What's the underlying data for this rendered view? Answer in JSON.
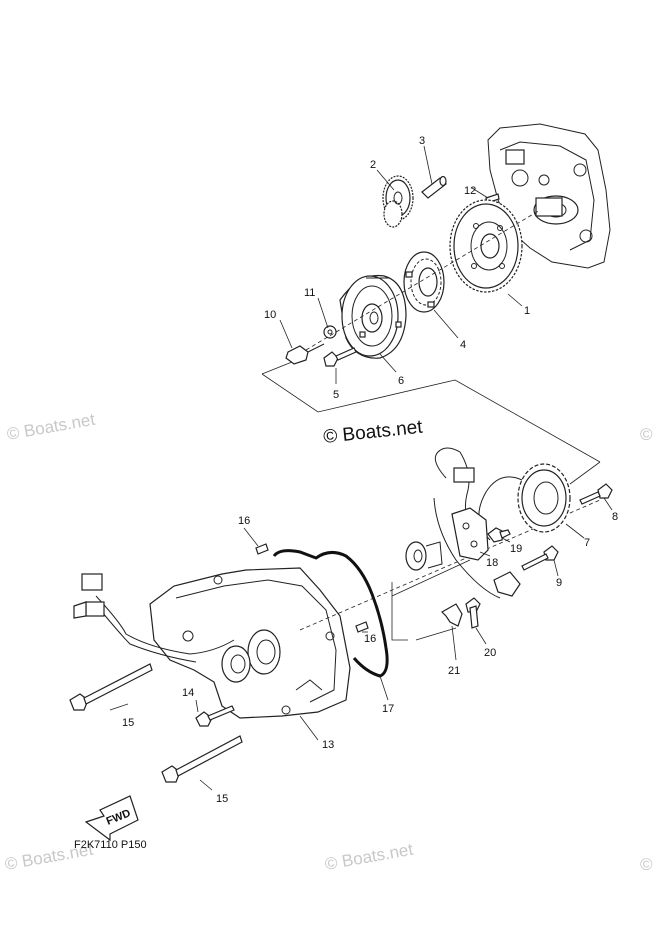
{
  "diagram": {
    "part_labels": {
      "p1": "1",
      "p2": "2",
      "p3": "3",
      "p4": "4",
      "p5": "5",
      "p6": "6",
      "p7": "7",
      "p8": "8",
      "p9": "9",
      "p10": "10",
      "p11": "11",
      "p12": "12",
      "p13": "13",
      "p14": "14",
      "p15a": "15",
      "p15b": "15",
      "p16a": "16",
      "p16b": "16",
      "p17": "17",
      "p18": "18",
      "p19": "19",
      "p20": "20",
      "p21": "21"
    },
    "fwd_label": "FWD",
    "diagram_code": "F2K7110 P150",
    "watermark_main": "© Boats.net",
    "watermarks": {
      "left_mid": "© Boats.net",
      "bottom_left": "© Boats.net",
      "bottom_mid": "© Boats.net",
      "right_mid": "©",
      "right_bottom": "©"
    }
  }
}
